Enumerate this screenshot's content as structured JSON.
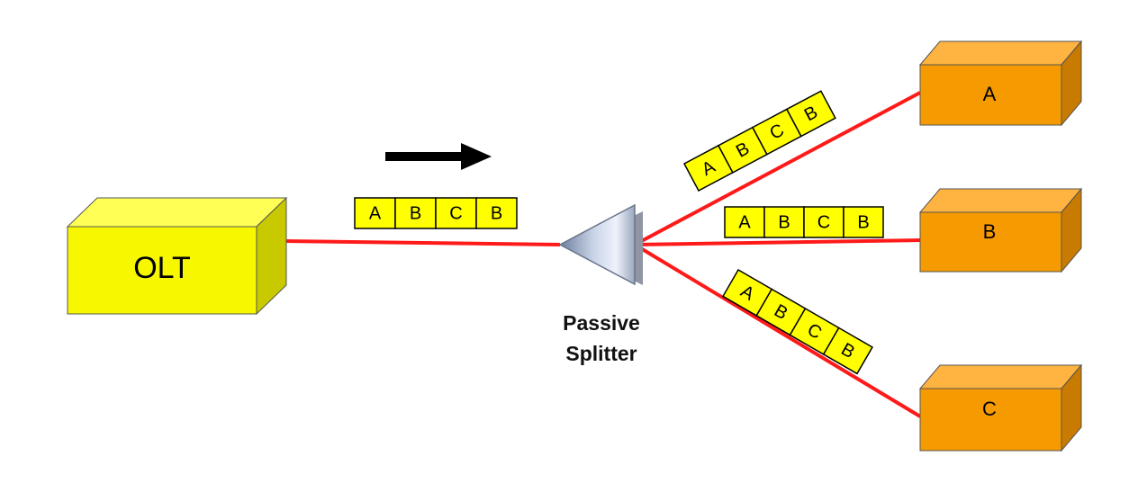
{
  "olt": {
    "label": "OLT",
    "color": "#f7f700"
  },
  "splitter": {
    "label_line1": "Passive",
    "label_line2": "Splitter"
  },
  "fiber_color": "#ff1a1a",
  "onu_color": "#f59a00",
  "packet_color": "#ffff00",
  "onus": [
    {
      "label": "A"
    },
    {
      "label": "B"
    },
    {
      "label": "C"
    }
  ],
  "frames": {
    "feeder": [
      "A",
      "B",
      "C",
      "B"
    ],
    "to_a": [
      "A",
      "B",
      "C",
      "B"
    ],
    "to_b": [
      "A",
      "B",
      "C",
      "B"
    ],
    "to_c": [
      "A",
      "B",
      "C",
      "B"
    ]
  }
}
